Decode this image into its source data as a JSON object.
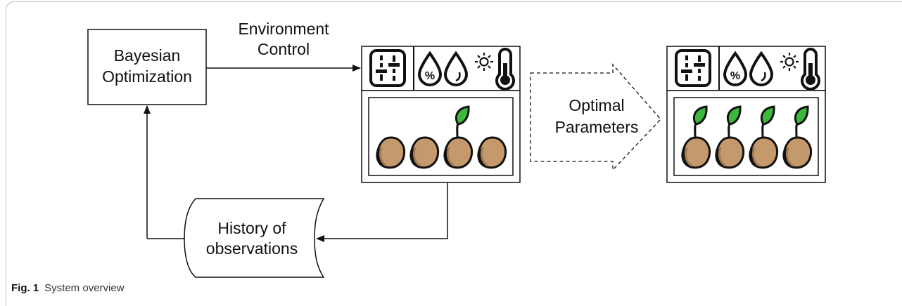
{
  "nodes": {
    "optimizer": {
      "line1": "Bayesian",
      "line2": "Optimization"
    },
    "history": {
      "line1": "History of",
      "line2": "observations"
    }
  },
  "edges": {
    "environment_control": {
      "line1": "Environment",
      "line2": "Control"
    },
    "optimal_parameters": {
      "line1": "Optimal",
      "line2": "Parameters"
    }
  },
  "chambers": {
    "experiment": {
      "seeds_sprouted": [
        false,
        false,
        true,
        false
      ]
    },
    "optimal": {
      "seeds_sprouted": [
        true,
        true,
        true,
        true
      ]
    }
  },
  "icons": [
    "sliders-icon",
    "humidity-drop-icon",
    "water-drop-icon",
    "sun-icon",
    "thermometer-icon"
  ],
  "colors": {
    "seed": "#c49a6c",
    "seed_dark": "#a57a4f",
    "leaf": "#3cb83c",
    "stroke": "#111111"
  },
  "caption": {
    "label": "Fig. 1",
    "text": "System overview"
  }
}
